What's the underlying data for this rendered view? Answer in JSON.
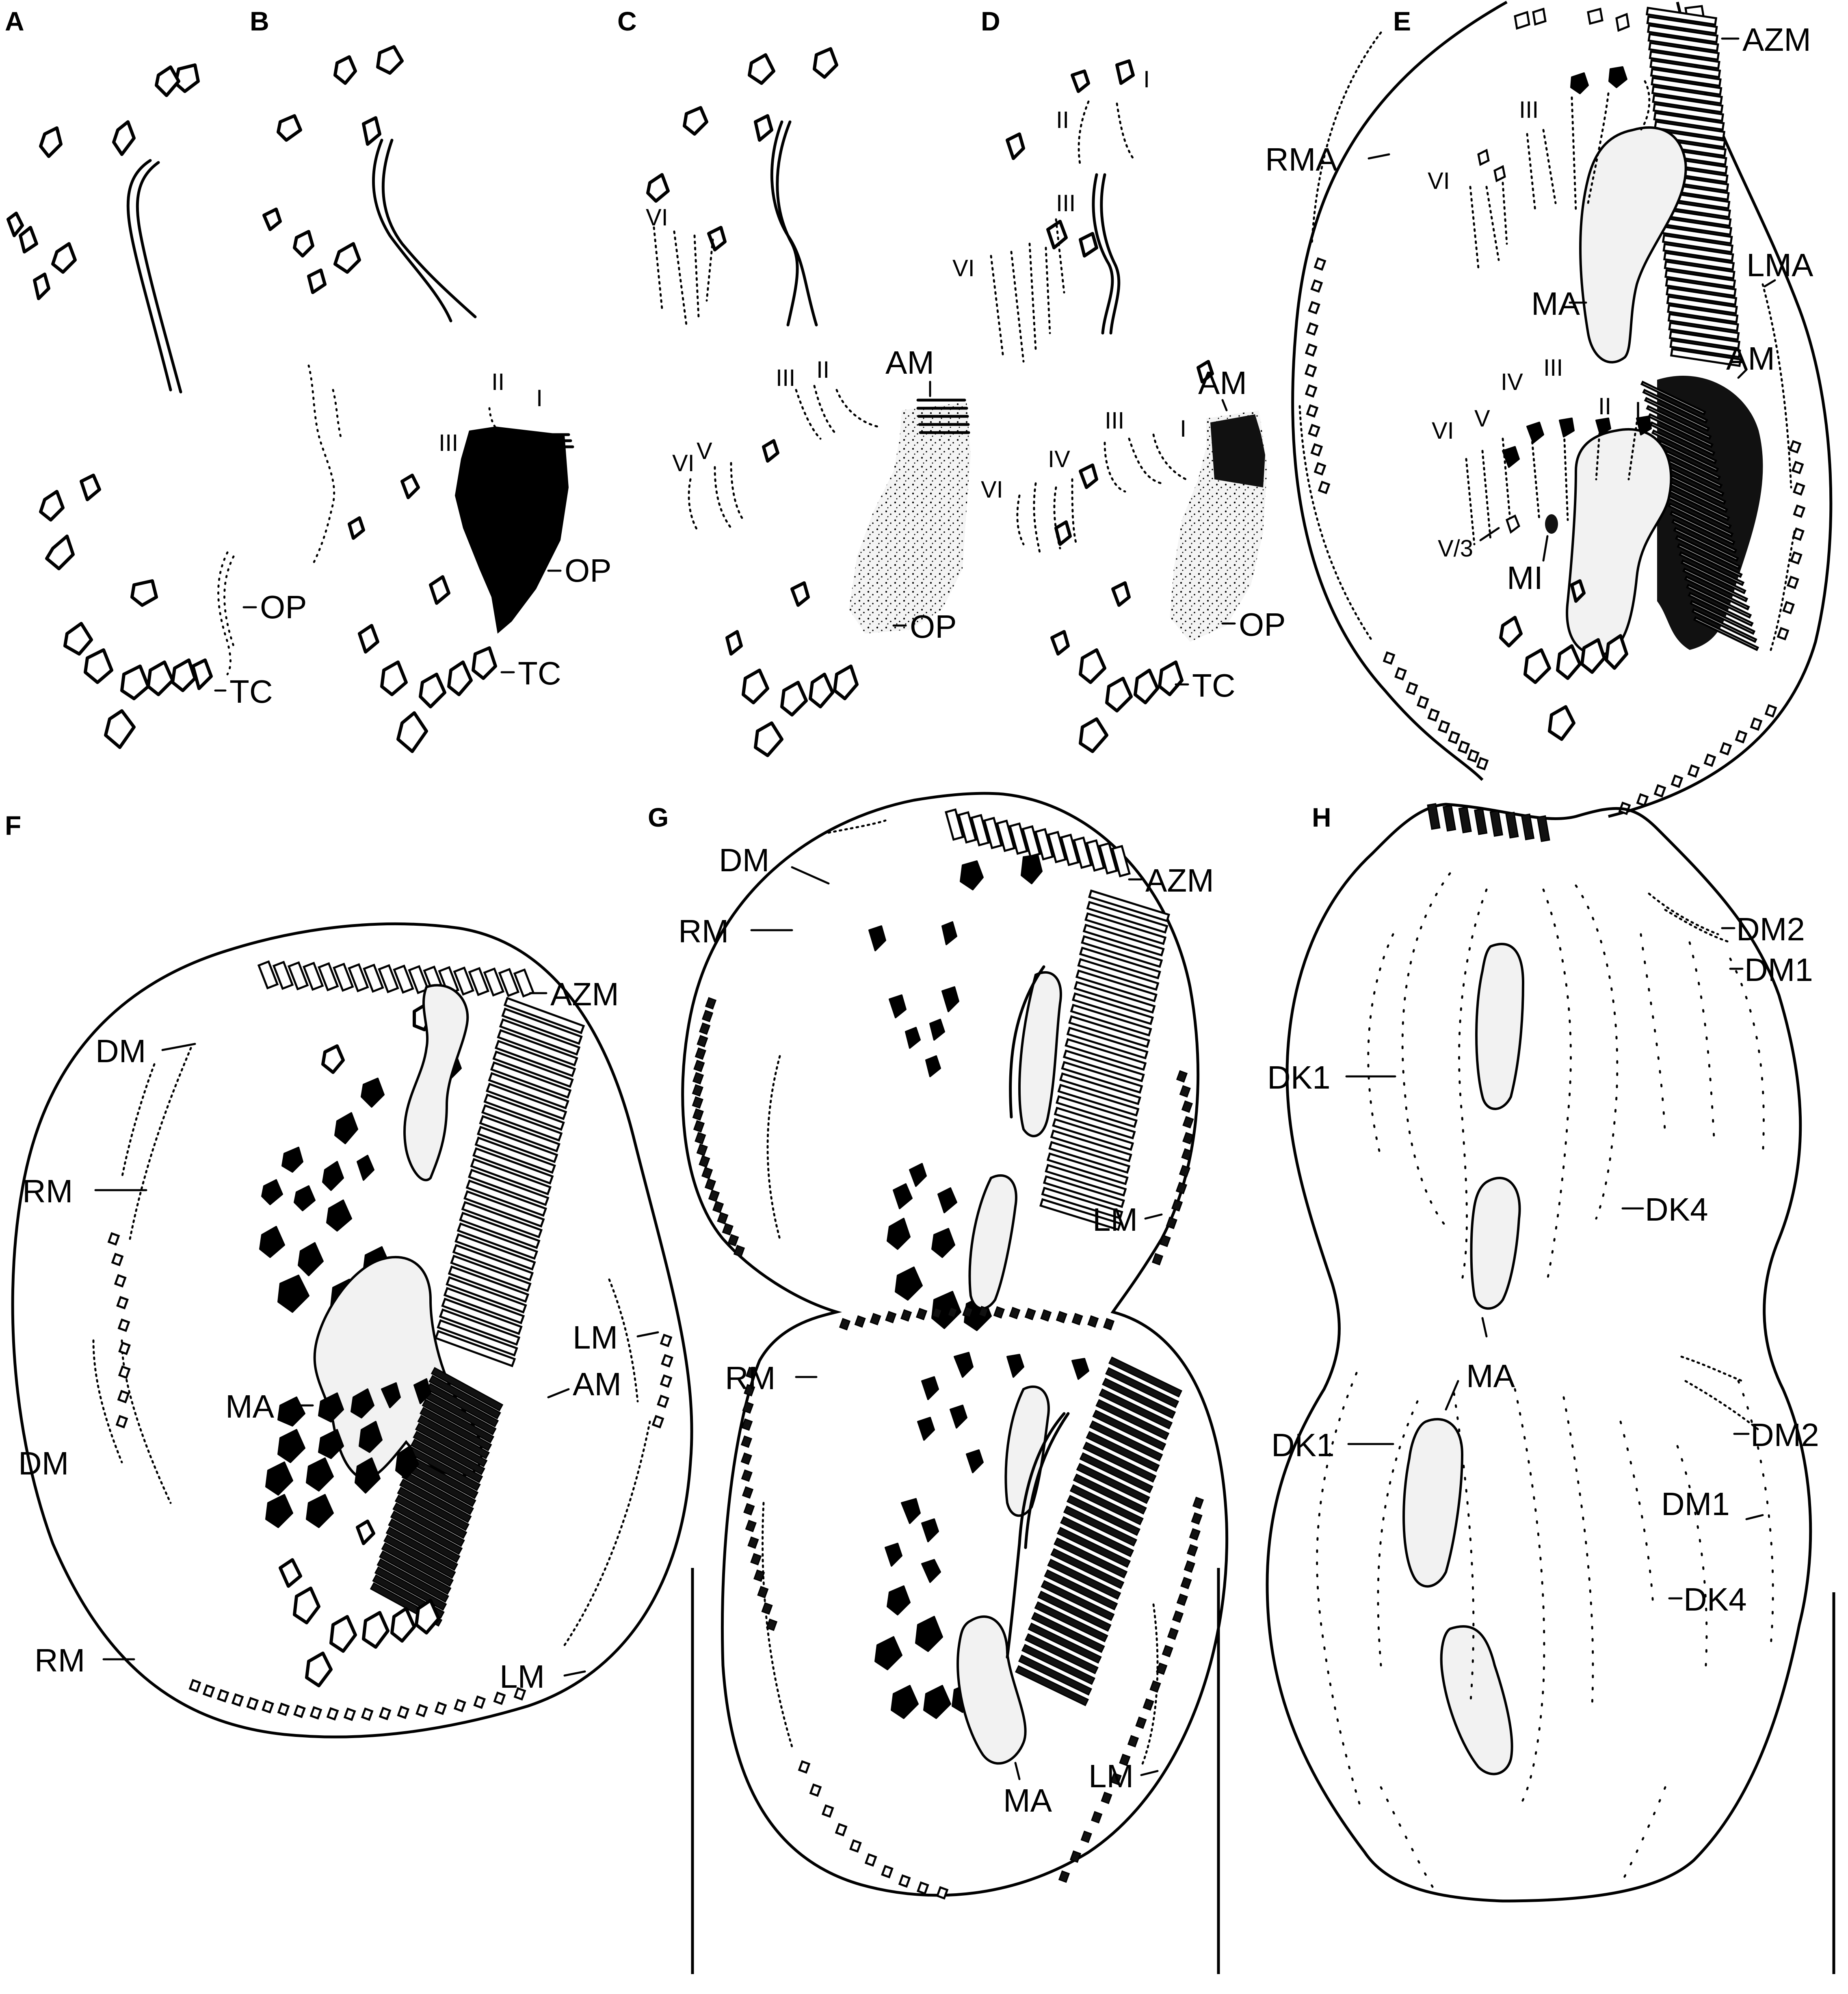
{
  "panels": [
    {
      "id": "A",
      "letter": "A",
      "labels": {
        "op": "OP",
        "tc": "TC"
      }
    },
    {
      "id": "B",
      "letter": "B",
      "labels": {
        "ii": "II",
        "i": "I",
        "iii": "III",
        "op": "OP",
        "tc": "TC"
      }
    },
    {
      "id": "C",
      "letter": "C",
      "labels": {
        "vi_a": "VI",
        "iii": "III",
        "ii": "II",
        "am": "AM",
        "vi_b": "VI",
        "v": "V",
        "op": "OP"
      }
    },
    {
      "id": "D",
      "letter": "D",
      "labels": {
        "ii": "II",
        "i_a": "I",
        "iii": "III",
        "vi_a": "VI",
        "am": "AM",
        "iv": "IV",
        "iii_b": "III",
        "i_b": "I",
        "vi_b": "VI",
        "op": "OP",
        "tc": "TC"
      }
    },
    {
      "id": "E",
      "letter": "E",
      "labels": {
        "azm": "AZM",
        "rma": "RMA",
        "iii_a": "III",
        "vi_a": "VI",
        "lma": "LMA",
        "ma": "MA",
        "am": "AM",
        "iii_b": "III",
        "iv": "IV",
        "v": "V",
        "vi_b": "VI",
        "ii": "II",
        "i": "I",
        "v3": "V/3",
        "mi": "MI"
      }
    },
    {
      "id": "F",
      "letter": "F",
      "labels": {
        "azm": "AZM",
        "dm_a": "DM",
        "rm_a": "RM",
        "lm_a": "LM",
        "am": "AM",
        "ma": "MA",
        "dm_b": "DM",
        "rm_b": "RM",
        "lm_b": "LM"
      }
    },
    {
      "id": "G",
      "letter": "G",
      "labels": {
        "dm": "DM",
        "azm": "AZM",
        "rm_a": "RM",
        "lm_a": "LM",
        "rm_b": "RM",
        "lm_b": "LM",
        "ma": "MA"
      }
    },
    {
      "id": "H",
      "letter": "H",
      "labels": {
        "dm2_a": "DM2",
        "dm1_a": "DM1",
        "dk1_a": "DK1",
        "dk4_a": "DK4",
        "ma": "MA",
        "dk1_b": "DK1",
        "dm2_b": "DM2",
        "dm1_b": "DM1",
        "dk4_b": "DK4"
      }
    }
  ]
}
